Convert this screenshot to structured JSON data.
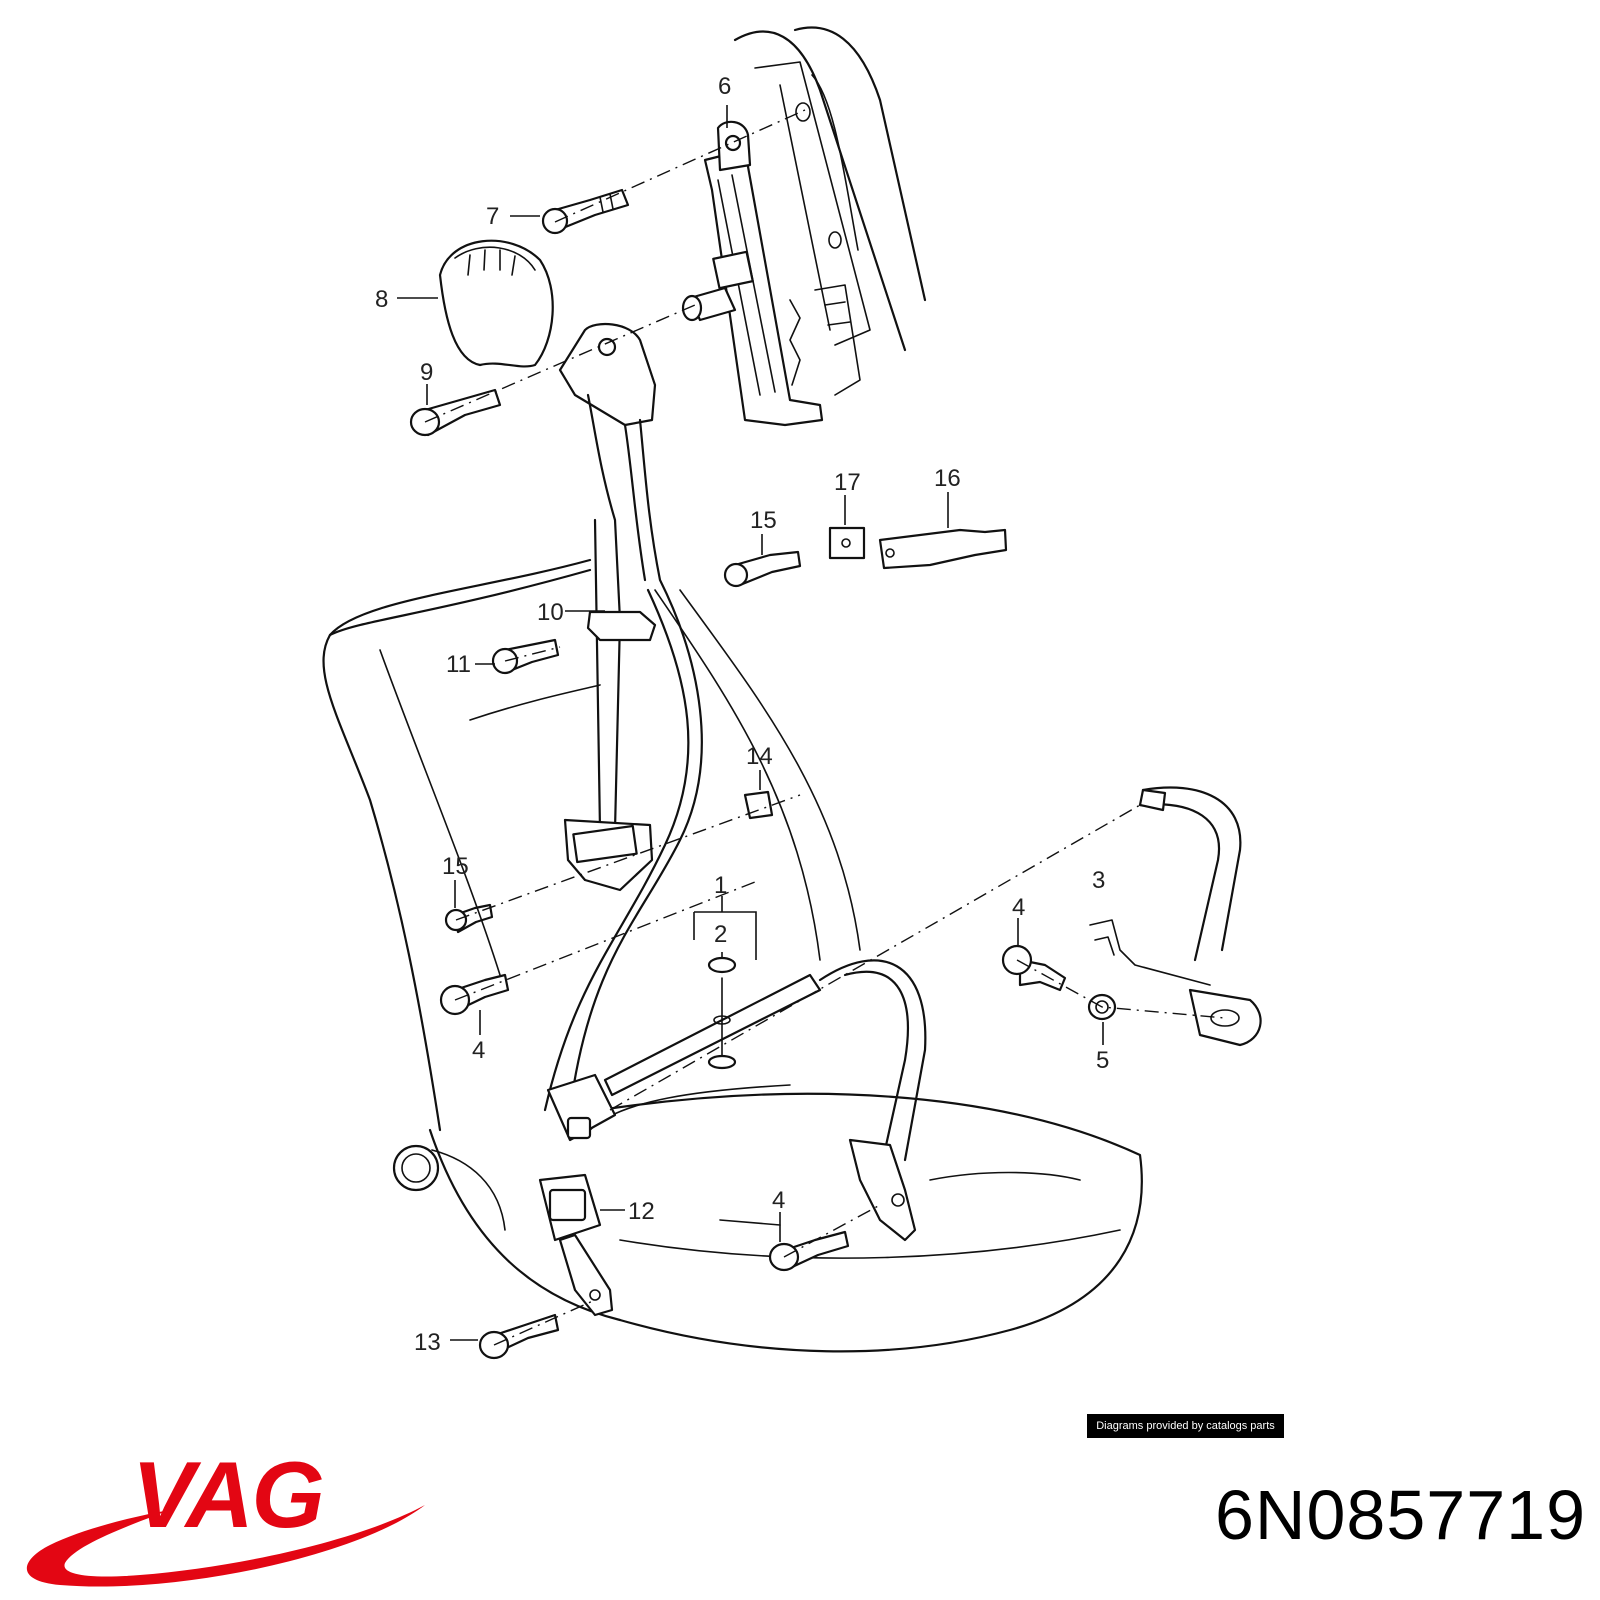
{
  "diagram": {
    "callouts": [
      {
        "id": "c1",
        "label": "1"
      },
      {
        "id": "c2",
        "label": "2"
      },
      {
        "id": "c3",
        "label": "3"
      },
      {
        "id": "c4a",
        "label": "4"
      },
      {
        "id": "c4b",
        "label": "4"
      },
      {
        "id": "c4c",
        "label": "4"
      },
      {
        "id": "c5",
        "label": "5"
      },
      {
        "id": "c6",
        "label": "6"
      },
      {
        "id": "c7",
        "label": "7"
      },
      {
        "id": "c8",
        "label": "8"
      },
      {
        "id": "c9",
        "label": "9"
      },
      {
        "id": "c10",
        "label": "10"
      },
      {
        "id": "c11",
        "label": "11"
      },
      {
        "id": "c12",
        "label": "12"
      },
      {
        "id": "c13",
        "label": "13"
      },
      {
        "id": "c14",
        "label": "14"
      },
      {
        "id": "c15a",
        "label": "15"
      },
      {
        "id": "c15b",
        "label": "15"
      },
      {
        "id": "c16",
        "label": "16"
      },
      {
        "id": "c17",
        "label": "17"
      }
    ]
  },
  "credit": "Diagrams provided by catalogs parts",
  "brand": {
    "logo_text": "VAG",
    "color": "#e30613"
  },
  "part_number": "6N0857719"
}
